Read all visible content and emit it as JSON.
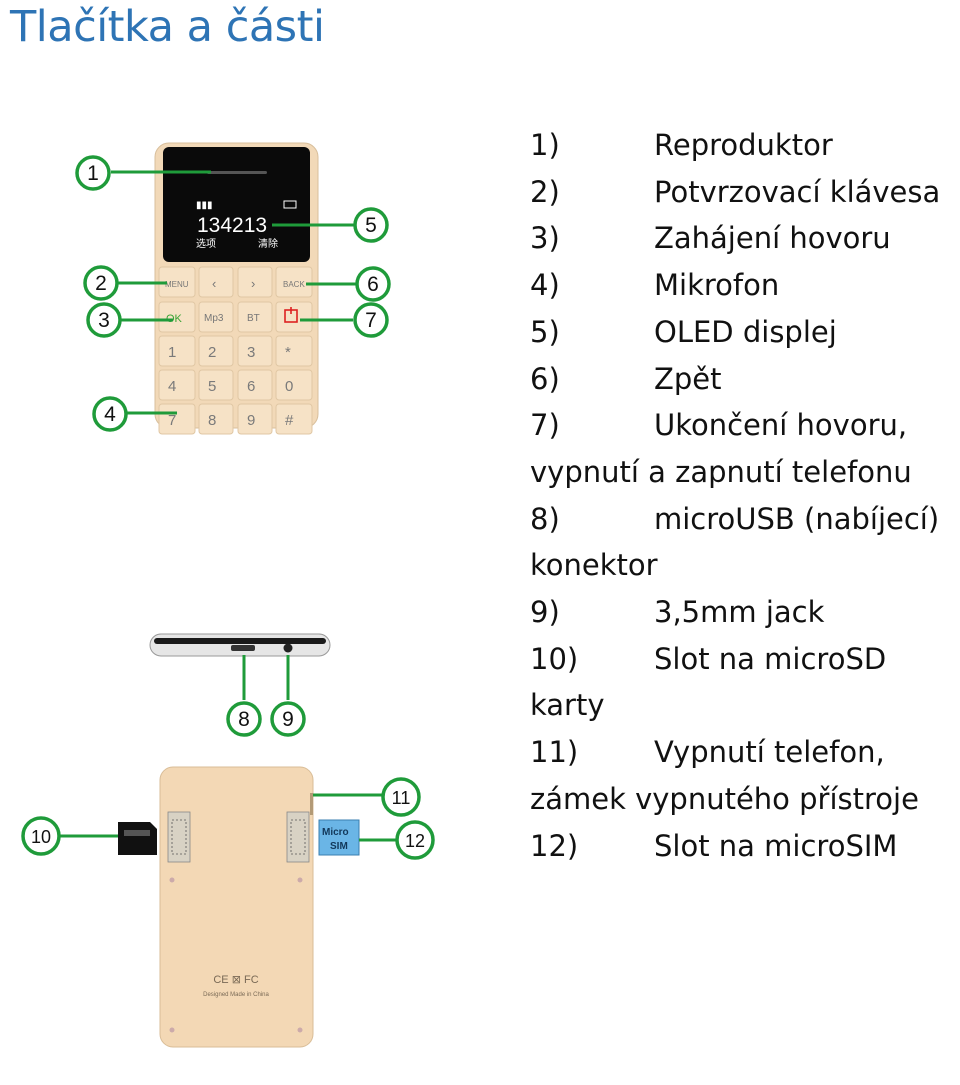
{
  "title": "Tlačítka a části",
  "legend": [
    {
      "num": "1)",
      "text": "Reproduktor"
    },
    {
      "num": "2)",
      "text": "Potvrzovací klávesa"
    },
    {
      "num": "3)",
      "text": "Zahájení hovoru"
    },
    {
      "num": "4)",
      "text": "Mikrofon"
    },
    {
      "num": "5)",
      "text": "OLED displej"
    },
    {
      "num": "6)",
      "text": "Zpět"
    },
    {
      "num": "7)",
      "text": "Ukončení hovoru,",
      "cont": "vypnutí a zapnutí telefonu"
    },
    {
      "num": "8)",
      "text": "microUSB (nabíjecí)",
      "cont": "konektor"
    },
    {
      "num": "9)",
      "text": "3,5mm jack"
    },
    {
      "num": "10)",
      "text": "Slot na microSD",
      "cont": "karty"
    },
    {
      "num": "11)",
      "text": "Vypnutí telefon,",
      "cont": "zámek vypnutého přístroje"
    },
    {
      "num": "12)",
      "text": "Slot na microSIM"
    }
  ],
  "phone": {
    "screen_number": "134213",
    "screen_left_softkey": "选项",
    "screen_right_softkey": "清除",
    "keys_top": [
      "MENU",
      "‹",
      "›",
      "BACK"
    ],
    "keys_row2": [
      "OK",
      "Mp3",
      "BT",
      ""
    ],
    "keypad": [
      "1",
      "2",
      "3",
      "*",
      "4",
      "5",
      "6",
      "0",
      "7",
      "8",
      "9",
      "#"
    ],
    "back_marking": "CE ⊠ FC",
    "back_text": "Designed Made in China",
    "sim_card_label": "Micro SIM"
  },
  "callouts": [
    "1",
    "2",
    "3",
    "4",
    "5",
    "6",
    "7",
    "8",
    "9",
    "10",
    "11",
    "12"
  ],
  "colors": {
    "callout_green": "#1f9b3a",
    "title_blue": "#2e74b5",
    "phone_gold": "#f2d9b8"
  }
}
